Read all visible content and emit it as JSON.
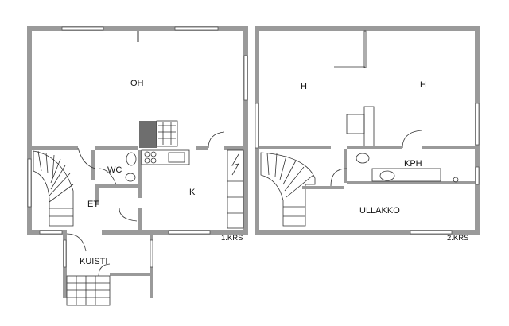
{
  "floors": [
    {
      "label": "1.KRS",
      "rooms": [
        {
          "id": "oh",
          "label": "OH"
        },
        {
          "id": "wc",
          "label": "WC"
        },
        {
          "id": "k",
          "label": "K"
        },
        {
          "id": "et",
          "label": "ET"
        },
        {
          "id": "kuisti",
          "label": "KUISTI"
        }
      ]
    },
    {
      "label": "2.KRS",
      "rooms": [
        {
          "id": "h-left",
          "label": "H"
        },
        {
          "id": "h-right",
          "label": "H"
        },
        {
          "id": "kph",
          "label": "KPH"
        },
        {
          "id": "ullakko",
          "label": "ULLAKKO"
        }
      ]
    }
  ],
  "colors": {
    "wall": "#9a9a9a",
    "line": "#333333",
    "background": "#ffffff"
  }
}
